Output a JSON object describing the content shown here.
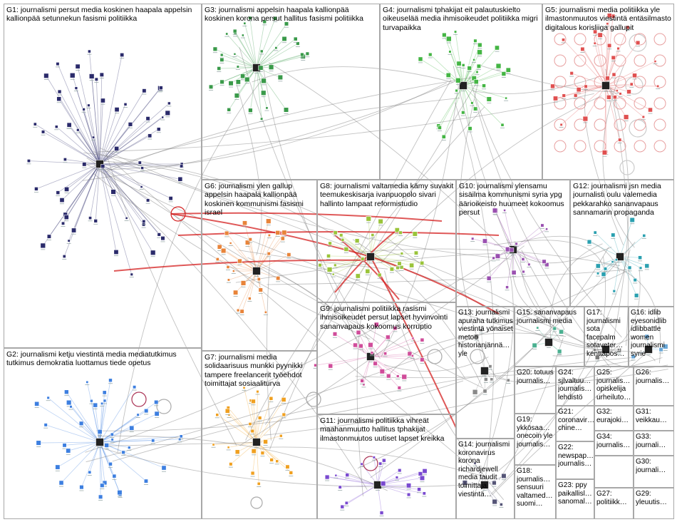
{
  "graph": {
    "title": "",
    "groups": [
      {
        "id": "G1",
        "label": "G1: journalismi persut media koskinen haapala appelsin kallionpää setunnekun fasismi politiikka",
        "color": "#2b2b6b"
      },
      {
        "id": "G2",
        "label": "G2: journalismi ketju viestintä media mediatutkimus tutkimus demokratia luottamus tiede opetus",
        "color": "#3d7fe0"
      },
      {
        "id": "G3",
        "label": "G3: journalismi appelsin haapala kallionpää koskinen korona persut hallitus fasismi politiikka",
        "color": "#3a9a4a"
      },
      {
        "id": "G4",
        "label": "G4: journalismi tphakijat eit palautuskielto oikeuselää media ihmisoikeudet politiikka migri turvapaikka",
        "color": "#44b544"
      },
      {
        "id": "G5",
        "label": "G5: journalismi media politiikka yle ilmastonmuutos viestintä entäsilmasto digitalous korisliiga gallupit",
        "color": "#e05050"
      },
      {
        "id": "G6",
        "label": "G6: journalismi ylen gallup appelsin haapala kallionpää koskinen kommunismi fasismi israel",
        "color": "#e8843a"
      },
      {
        "id": "G7",
        "label": "G7: journalismi media solidaarisuus munkki pyynikki tampere freelancerit työehdot toimittajat sosiaaliturva",
        "color": "#f0a020"
      },
      {
        "id": "G8",
        "label": "G8: journalismi valtamedia kämy suvakit teemukeskisarja ivanpuopolo sivari hallinto lampaat reformistudio",
        "color": "#9ac43a"
      },
      {
        "id": "G9",
        "label": "G9: journalismi politiikka rasismi ihmisoikeudet persut lapset hyvinvointi sananvapaus kokoomus korruptio",
        "color": "#d04c9a"
      },
      {
        "id": "G10",
        "label": "G10: journalismi ylensamu sisäilma kommunismi syria ypg äärioikeisto huumeet kokoomus persut",
        "color": "#9a50b0"
      },
      {
        "id": "G11",
        "label": "G11: journalismi politiikka vihreät maahanmuutto hallitus tphakijat ilmastonmuutos uutiset lapset kreikka",
        "color": "#7a4ad0"
      },
      {
        "id": "G12",
        "label": "G12: journalismi jsn media journalisti oulu valemedia pekkarahko sananvapaus sannamarin propaganda",
        "color": "#2aa0b0"
      },
      {
        "id": "G13",
        "label": "G13: journalismi apuraha tutkimus viestintä yönaiset metoo historianjännä… yle",
        "color": "#888888"
      },
      {
        "id": "G14",
        "label": "G14: journalismi koronavirus korona richardjewell media taudit toimittaja viestintä…",
        "color": "#555577"
      },
      {
        "id": "G15",
        "label": "G15: sananvapaus journalismi media",
        "color": "#4ab090"
      },
      {
        "id": "G16",
        "label": "G16: idlib eyesonidlib idlibbattle women journalismi syrie",
        "color": "#6aa8d8"
      },
      {
        "id": "G17",
        "label": "G17: journalismi sota facepalm sotaveter… kenttäpos…",
        "color": "#7a7a7a"
      },
      {
        "id": "G18",
        "label": "G18: journalis… sensuuri valtamed… suomi…",
        "color": "#999999"
      },
      {
        "id": "G19",
        "label": "G19: ykkösaa… onecoin yle journalis…",
        "color": "#999999"
      },
      {
        "id": "G20",
        "label": "G20: totuus journalis…",
        "color": "#99cc66"
      },
      {
        "id": "G21",
        "label": "G21: coronavir… chine…",
        "color": "#999999"
      },
      {
        "id": "G22",
        "label": "G22: newspap… journalis…",
        "color": "#999999"
      },
      {
        "id": "G23",
        "label": "G23: ppy paikallisl… sanomal…",
        "color": "#999999"
      },
      {
        "id": "G24",
        "label": "G24: sjlvaltuu… journalis… lehdistö",
        "color": "#999999"
      },
      {
        "id": "G25",
        "label": "G25: journalis… opiskelija urheiluto…",
        "color": "#999999"
      },
      {
        "id": "G26",
        "label": "G26: journalis…",
        "color": "#999999"
      },
      {
        "id": "G27",
        "label": "G27: politiikk…",
        "color": "#999999"
      },
      {
        "id": "G29",
        "label": "G29: yleuutis…",
        "color": "#999999"
      },
      {
        "id": "G30",
        "label": "G30: journali…",
        "color": "#999999"
      },
      {
        "id": "G31",
        "label": "G31: veikkau…",
        "color": "#999999"
      },
      {
        "id": "G32",
        "label": "G32: eurajoki…",
        "color": "#999999"
      },
      {
        "id": "G33",
        "label": "G33: journali…",
        "color": "#999999"
      },
      {
        "id": "G34",
        "label": "G34: journalis…",
        "color": "#999999"
      }
    ]
  }
}
